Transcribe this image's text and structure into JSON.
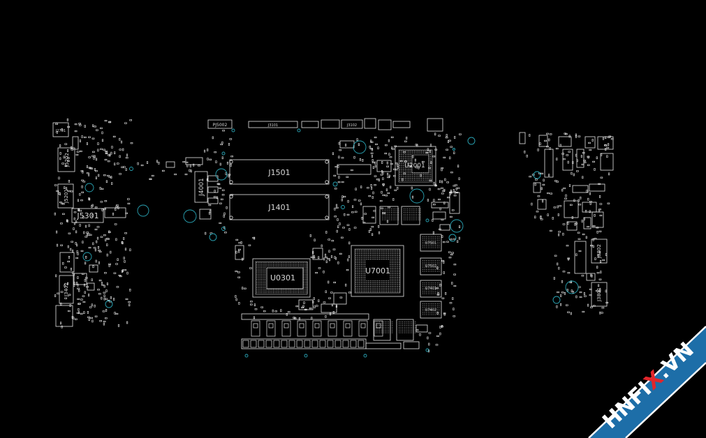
{
  "labels": {
    "j1501": "J1501",
    "j1401": "J1401",
    "u0301": "U0301",
    "u7001": "U7001",
    "u2001": "U2001",
    "j5301": "J5301",
    "j4001": "J4001",
    "j5202": "J5202",
    "j5201": "J5201",
    "j3402": "J3402",
    "j2701": "J2701",
    "pj5002": "PJ5002",
    "j3101": "J3101",
    "j3102": "J3102",
    "j3802": "J3802",
    "j3801": "J3801",
    "u7501": "U7501",
    "u7502": "U7502",
    "u7401": "U7401",
    "u7402": "U7402"
  },
  "watermark": {
    "prefix": "HNFI",
    "highlight": "X",
    "suffix": ".VN"
  },
  "colors": {
    "background": "#000000",
    "outline": "#e6e6e6",
    "via": "#2aa7b8",
    "ribbon": "#1d6ea8",
    "ribbon_edge": "#ffffff",
    "highlight": "#e2262b"
  }
}
